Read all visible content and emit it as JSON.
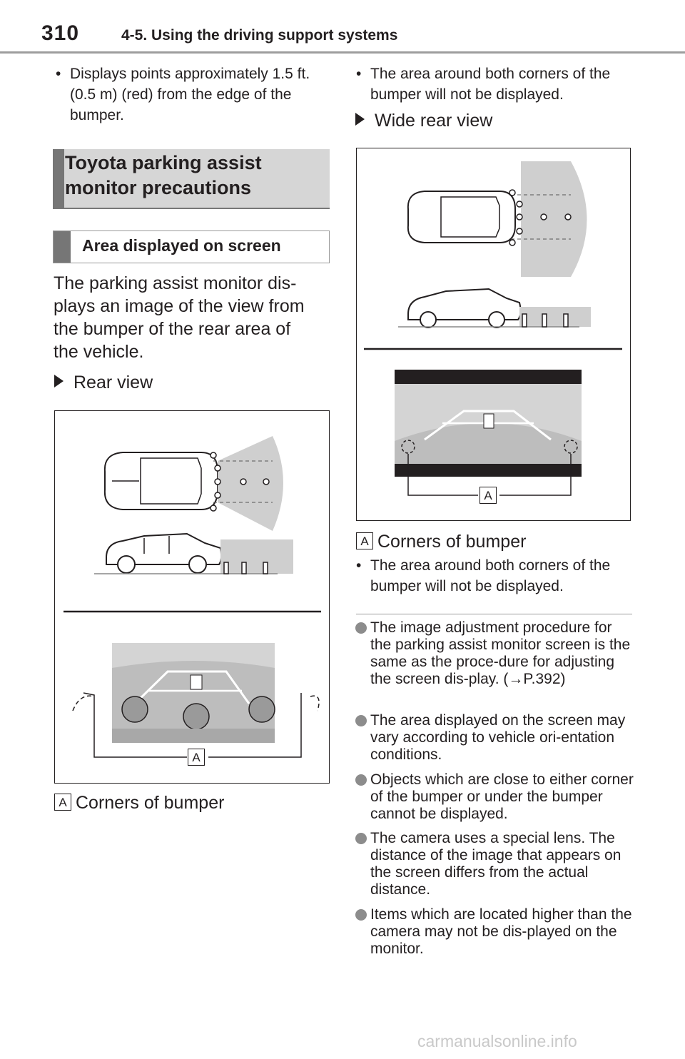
{
  "header": {
    "page_number": "310",
    "section_title": "4-5. Using the driving support systems"
  },
  "left_col": {
    "bullet_1": "Displays points approximately 1.5 ft. (0.5 m) (red) from the edge of the bumper.",
    "section_heading_line1": "Toyota parking assist",
    "section_heading_line2": "monitor precautions",
    "subsection_heading": "Area displayed on screen",
    "para_line1": "The parking assist monitor dis-",
    "para_line2": "plays an image of the view from",
    "para_line3": "the bumper of the rear area of",
    "para_line4": "the vehicle.",
    "rear_view_label": "Rear view",
    "figure_marker": "A",
    "caption_badge": "A",
    "caption_text": "Corners of bumper"
  },
  "right_col": {
    "bullet_2": "The area around both corners of the bumper will not be displayed.",
    "wide_view_label": "Wide rear view",
    "figure_marker": "A",
    "caption_badge": "A",
    "caption_text": "Corners of bumper",
    "bullet_3": "The area around both corners of the bumper will not be displayed.",
    "notes": [
      "The image adjustment procedure for the parking assist monitor screen is the same as the proce-dure for adjusting the screen dis-play. (→P.392)",
      "The area displayed on the screen may vary according to vehicle ori-entation conditions.",
      "Objects which are close to either corner of the bumper or under the bumper cannot be displayed.",
      "The camera uses a special lens. The distance of the image that appears on the screen differs from the actual distance.",
      "Items which are located higher than the camera may not be dis-played on the monitor."
    ]
  },
  "watermark": "carmanualsonline.info"
}
